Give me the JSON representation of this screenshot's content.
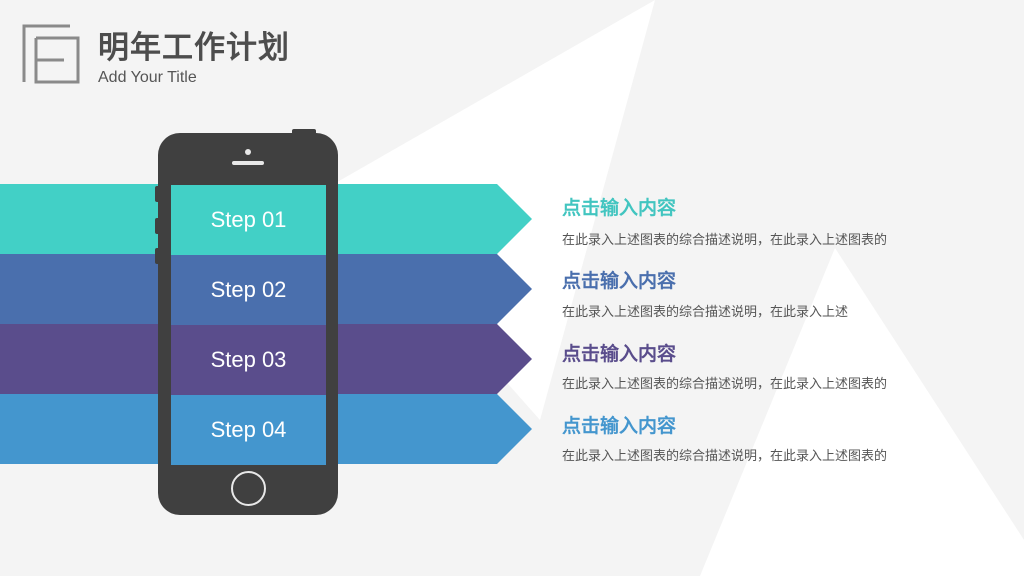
{
  "header": {
    "title": "明年工作计划",
    "subtitle": "Add Your Title"
  },
  "colors": {
    "teal": "#42d0c6",
    "blue": "#4a6fad",
    "purple": "#5a4d8c",
    "sky": "#4496ce",
    "phone": "#404040",
    "background": "#f4f4f4",
    "shape": "#ffffff"
  },
  "steps": [
    {
      "label": "Step 01",
      "color": "#42d0c6",
      "heading": "点击输入内容",
      "heading_color": "#42c5c0",
      "desc": "在此录入上述图表的综合描述说明，在此录入上述图表的"
    },
    {
      "label": "Step 02",
      "color": "#4a6fad",
      "heading": "点击输入内容",
      "heading_color": "#4a6fad",
      "desc": "在此录入上述图表的综合描述说明，在此录入上述"
    },
    {
      "label": "Step 03",
      "color": "#5a4d8c",
      "heading": "点击输入内容",
      "heading_color": "#5a4d8c",
      "desc": "在此录入上述图表的综合描述说明，在此录入上述图表的"
    },
    {
      "label": "Step 04",
      "color": "#4496ce",
      "heading": "点击输入内容",
      "heading_color": "#4496ce",
      "desc": "在此录入上述图表的综合描述说明，在此录入上述图表的"
    }
  ],
  "icons": {
    "logo": "bracket-squares-icon",
    "home_button": "circle-home-button-icon"
  }
}
